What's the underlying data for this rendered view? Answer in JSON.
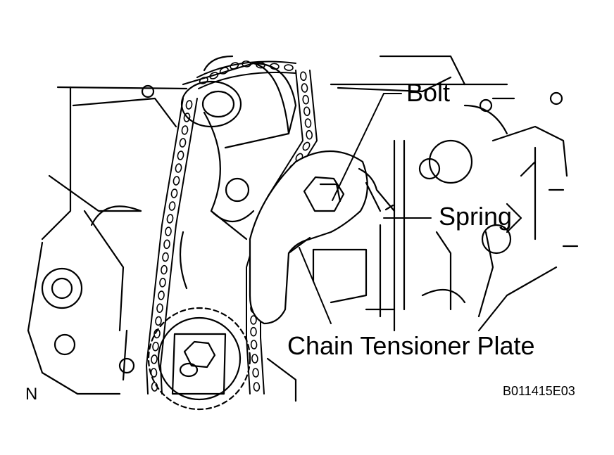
{
  "labels": {
    "bolt": "Bolt",
    "spring": "Spring",
    "plate": "Chain Tensioner Plate",
    "orientation": "N",
    "figure_code": "B011415E03"
  },
  "colors": {
    "ink": "#000000",
    "paper": "#ffffff"
  }
}
